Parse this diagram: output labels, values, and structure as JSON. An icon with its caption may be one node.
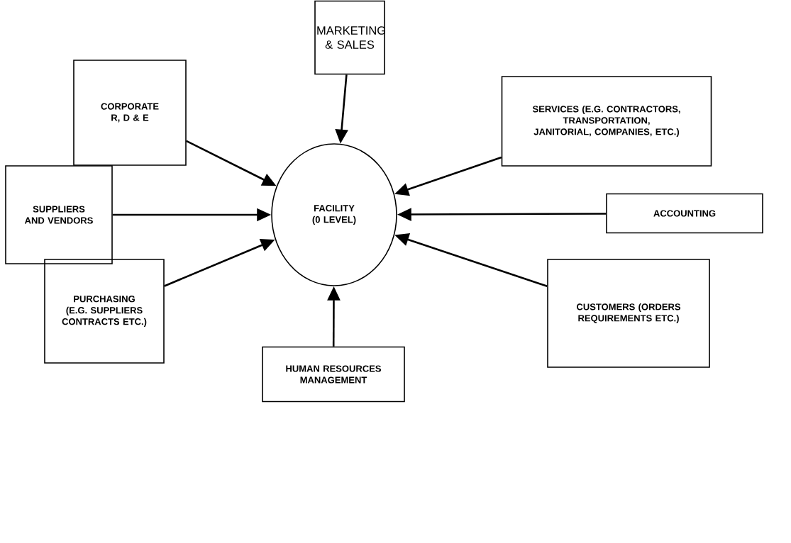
{
  "diagram": {
    "nodes": [
      {
        "text": [
          "FACILITY (0 LEVEL)"
        ]
      },
      {
        "text": [
          "MARKETING & SALES"
        ]
      },
      {
        "text": [
          "CORPORATE R, D & E"
        ]
      },
      {
        "text": [
          "SERVICES (E.G. CONTRACTORS, TRANSPORTATION, JANITORIAL, COMPANIES, ETC.)"
        ]
      },
      {
        "text": [
          "SUPPLIERS AND VENDORS"
        ]
      },
      {
        "text": [
          "ACCOUNTING"
        ]
      },
      {
        "text": [
          "PURCHASING (E.G. SUPPLIERS CONTRACTS ETC.)"
        ]
      },
      {
        "text": [
          "HUMAN RESOURCES MANAGEMENT"
        ]
      },
      {
        "text": [
          "CUSTOMERS (ORDERS REQUIREMENTS ETC.)"
        ]
      }
    ],
    "edges": [
      {
        "from": 1,
        "to": 0,
        "arrow": "to"
      },
      {
        "from": 2,
        "to": 0,
        "arrow": "to"
      },
      {
        "from": 3,
        "to": 0,
        "arrow": "to"
      },
      {
        "from": 4,
        "to": 0,
        "arrow": "to"
      },
      {
        "from": 5,
        "to": 0,
        "arrow": "to"
      },
      {
        "from": 6,
        "to": 0,
        "arrow": "to"
      },
      {
        "from": 7,
        "to": 0,
        "arrow": "to"
      },
      {
        "from": 8,
        "to": 0,
        "arrow": "to"
      }
    ]
  }
}
